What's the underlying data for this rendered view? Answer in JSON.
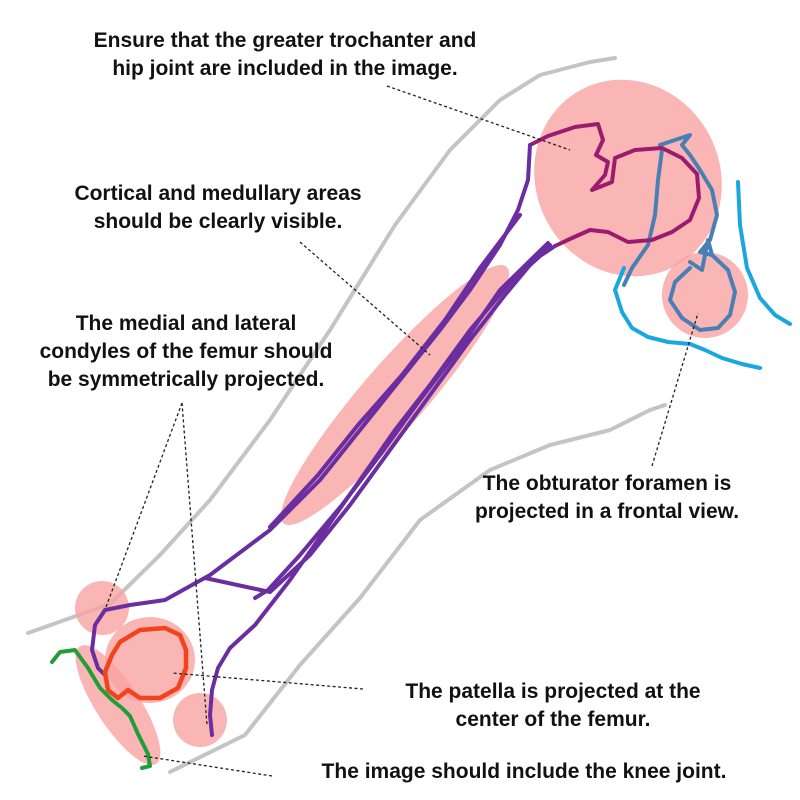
{
  "annotations": {
    "hip": {
      "line1": "Ensure that the greater trochanter and",
      "line2": "hip joint are included in the image."
    },
    "cortical": {
      "line1": "Cortical and medullary areas",
      "line2": "should be clearly visible."
    },
    "condyles": {
      "line1": "The medial and lateral",
      "line2": "condyles of the femur should",
      "line3": "be symmetrically projected."
    },
    "obturator": {
      "line1": "The obturator foramen is",
      "line2": "projected in a frontal view."
    },
    "patella": {
      "line1": "The patella is projected at the",
      "line2": "center of the femur."
    },
    "knee": {
      "line1": "The image should include the knee joint."
    }
  },
  "colors": {
    "highlight": "#f9a3a3",
    "femur": "#6a2ea0",
    "femur_head": "#9b1c6e",
    "pelvis": "#4a7fb5",
    "pelvis_outer": "#1aa7e0",
    "patella": "#f0441c",
    "tibia": "#1f9e3a",
    "soft_tissue": "#c4c4c4",
    "leader": "#222222"
  }
}
